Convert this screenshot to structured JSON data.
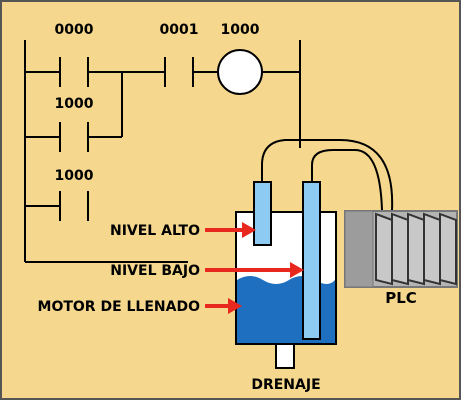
{
  "colors": {
    "background": "#f5d78e",
    "border": "#555555",
    "line": "#000000",
    "arrow": "#e8281e",
    "water": "#1f6fc0",
    "sensor": "#8ecbf2",
    "tank_empty": "#ffffff",
    "plc_body": "#b4b4b4"
  },
  "ladder": {
    "contacts": [
      {
        "address": "0000"
      },
      {
        "address": "0001"
      },
      {
        "address": "1000"
      },
      {
        "address": "1000"
      }
    ],
    "coil": {
      "address": "1000"
    }
  },
  "tank_labels": {
    "high_level": "NIVEL ALTO",
    "low_level": "NIVEL BAJO",
    "fill_motor": "MOTOR DE LLENADO",
    "drain": "DRENAJE"
  },
  "plc": {
    "label": "PLC",
    "modules": 6
  }
}
